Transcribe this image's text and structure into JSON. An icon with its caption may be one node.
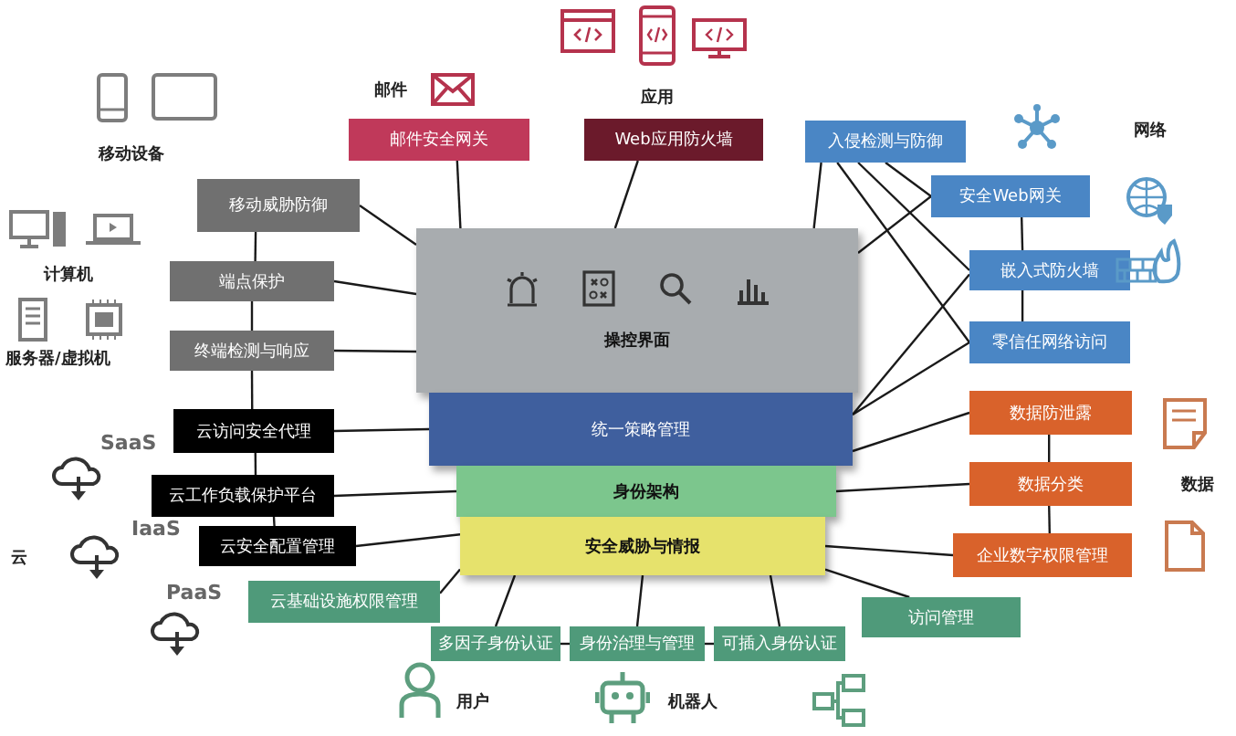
{
  "diagram": {
    "nodes": [
      {
        "text": [
          "邮件安全网关"
        ]
      },
      {
        "text": [
          "Web应用防火墙"
        ]
      },
      {
        "text": [
          "入侵检测与防御"
        ]
      },
      {
        "text": [
          "移动威胁防御"
        ]
      },
      {
        "text": [
          "安全Web网关"
        ]
      },
      {
        "text": [
          "端点保护"
        ]
      },
      {
        "text": [
          "嵌入式防火墙"
        ]
      },
      {
        "text": [
          "操控界面"
        ]
      },
      {
        "text": [
          "终端检测与响应"
        ]
      },
      {
        "text": [
          "零信任网络访问"
        ]
      },
      {
        "text": [
          "统一策略管理"
        ]
      },
      {
        "text": [
          "云访问安全代理"
        ]
      },
      {
        "text": [
          "数据防泄露"
        ]
      },
      {
        "text": [
          "身份架构"
        ]
      },
      {
        "text": [
          "云工作负载保护平台"
        ]
      },
      {
        "text": [
          "数据分类"
        ]
      },
      {
        "text": [
          "安全威胁与情报"
        ]
      },
      {
        "text": [
          "云安全配置管理"
        ]
      },
      {
        "text": [
          "企业数字权限管理"
        ]
      },
      {
        "text": [
          "云基础设施权限管理"
        ]
      },
      {
        "text": [
          "访问管理"
        ]
      },
      {
        "text": [
          "多因子身份认证"
        ]
      },
      {
        "text": [
          "身份治理与管理"
        ]
      },
      {
        "text": [
          "可插入身份认证"
        ]
      }
    ],
    "edges": [
      {
        "from": 3,
        "to": 5,
        "arrow": "none"
      },
      {
        "from": 5,
        "to": 8,
        "arrow": "none"
      },
      {
        "from": 8,
        "to": 11,
        "arrow": "none"
      },
      {
        "from": 11,
        "to": 14,
        "arrow": "none"
      },
      {
        "from": 14,
        "to": 17,
        "arrow": "none"
      },
      {
        "from": 4,
        "to": 6,
        "arrow": "none"
      },
      {
        "from": 6,
        "to": 9,
        "arrow": "none"
      },
      {
        "from": 12,
        "to": 15,
        "arrow": "none"
      },
      {
        "from": 15,
        "to": 18,
        "arrow": "none"
      },
      {
        "from": 21,
        "to": 22,
        "arrow": "none"
      },
      {
        "from": 22,
        "to": 23,
        "arrow": "none"
      },
      {
        "from": 0,
        "to": 7,
        "arrow": "none"
      },
      {
        "from": 1,
        "to": 7,
        "arrow": "none"
      },
      {
        "from": 2,
        "to": 4,
        "arrow": "none"
      },
      {
        "from": 2,
        "to": 6,
        "arrow": "none"
      },
      {
        "from": 2,
        "to": 9,
        "arrow": "none"
      },
      {
        "from": 2,
        "to": 7,
        "arrow": "none"
      },
      {
        "from": 3,
        "to": 7,
        "arrow": "none"
      },
      {
        "from": 5,
        "to": 7,
        "arrow": "none"
      },
      {
        "from": 8,
        "to": 7,
        "arrow": "none"
      },
      {
        "from": 11,
        "to": 10,
        "arrow": "none"
      },
      {
        "from": 14,
        "to": 13,
        "arrow": "none"
      },
      {
        "from": 17,
        "to": 16,
        "arrow": "none"
      },
      {
        "from": 19,
        "to": 16,
        "arrow": "none"
      },
      {
        "from": 4,
        "to": 7,
        "arrow": "none"
      },
      {
        "from": 6,
        "to": 10,
        "arrow": "none"
      },
      {
        "from": 9,
        "to": 10,
        "arrow": "none"
      },
      {
        "from": 12,
        "to": 10,
        "arrow": "none"
      },
      {
        "from": 15,
        "to": 13,
        "arrow": "none"
      },
      {
        "from": 18,
        "to": 16,
        "arrow": "none"
      },
      {
        "from": 20,
        "to": 16,
        "arrow": "none"
      },
      {
        "from": 21,
        "to": 16,
        "arrow": "none"
      },
      {
        "from": 22,
        "to": 16,
        "arrow": "none"
      },
      {
        "from": 23,
        "to": 16,
        "arrow": "none"
      }
    ],
    "labels": [
      "邮件",
      "应用",
      "移动设备",
      "网络",
      "计算机",
      "服务器/虚拟机",
      "SaaS",
      "数据",
      "IaaS",
      "云",
      "PaaS",
      "用户",
      "机器人"
    ]
  }
}
